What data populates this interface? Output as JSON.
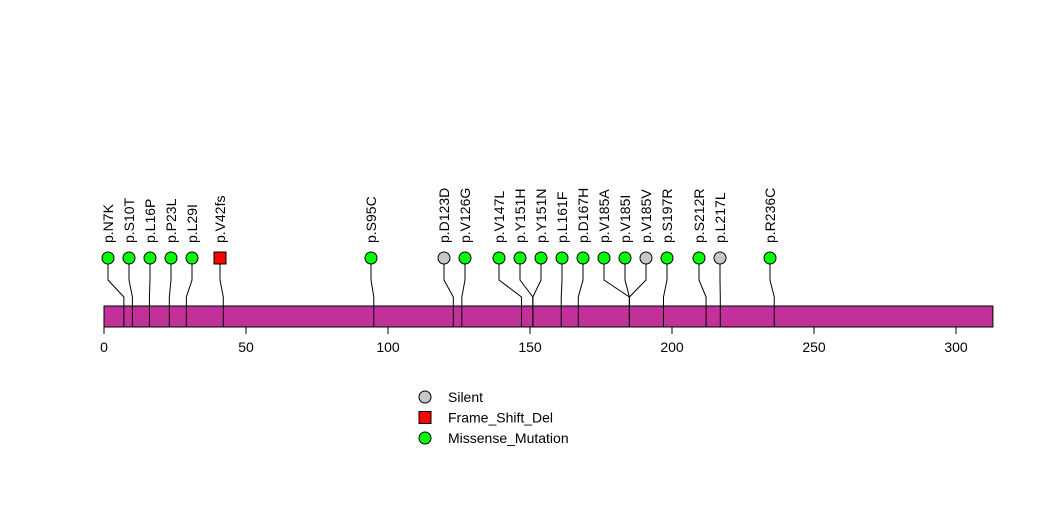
{
  "chart_data": {
    "type": "lollipop",
    "protein_length": 313,
    "bar_color": "#C2309A",
    "xlim": [
      0,
      313
    ],
    "x_ticks": [
      0,
      50,
      100,
      150,
      200,
      250,
      300
    ],
    "legend": [
      {
        "label": "Silent",
        "shape": "circle",
        "color": "#C8C8C8"
      },
      {
        "label": "Frame_Shift_Del",
        "shape": "square",
        "color": "#FF0000"
      },
      {
        "label": "Missense_Mutation",
        "shape": "circle",
        "color": "#00FF00"
      }
    ],
    "mutations": [
      {
        "label": "p.N7K",
        "position": 7,
        "type": "Missense_Mutation"
      },
      {
        "label": "p.S10T",
        "position": 10,
        "type": "Missense_Mutation"
      },
      {
        "label": "p.L16P",
        "position": 16,
        "type": "Missense_Mutation"
      },
      {
        "label": "p.P23L",
        "position": 23,
        "type": "Missense_Mutation"
      },
      {
        "label": "p.L29I",
        "position": 29,
        "type": "Missense_Mutation"
      },
      {
        "label": "p.V42fs",
        "position": 42,
        "type": "Frame_Shift_Del"
      },
      {
        "label": "p.S95C",
        "position": 95,
        "type": "Missense_Mutation"
      },
      {
        "label": "p.D123D",
        "position": 123,
        "type": "Silent"
      },
      {
        "label": "p.V126G",
        "position": 126,
        "type": "Missense_Mutation"
      },
      {
        "label": "p.V147L",
        "position": 147,
        "type": "Missense_Mutation"
      },
      {
        "label": "p.Y151H",
        "position": 151,
        "type": "Missense_Mutation"
      },
      {
        "label": "p.Y151N",
        "position": 151,
        "type": "Missense_Mutation"
      },
      {
        "label": "p.L161F",
        "position": 161,
        "type": "Missense_Mutation"
      },
      {
        "label": "p.D167H",
        "position": 167,
        "type": "Missense_Mutation"
      },
      {
        "label": "p.V185A",
        "position": 185,
        "type": "Missense_Mutation"
      },
      {
        "label": "p.V185I",
        "position": 185,
        "type": "Missense_Mutation"
      },
      {
        "label": "p.V185V",
        "position": 185,
        "type": "Silent"
      },
      {
        "label": "p.S197R",
        "position": 197,
        "type": "Missense_Mutation"
      },
      {
        "label": "p.S212R",
        "position": 212,
        "type": "Missense_Mutation"
      },
      {
        "label": "p.L217L",
        "position": 217,
        "type": "Silent"
      },
      {
        "label": "p.R236C",
        "position": 236,
        "type": "Missense_Mutation"
      }
    ]
  }
}
